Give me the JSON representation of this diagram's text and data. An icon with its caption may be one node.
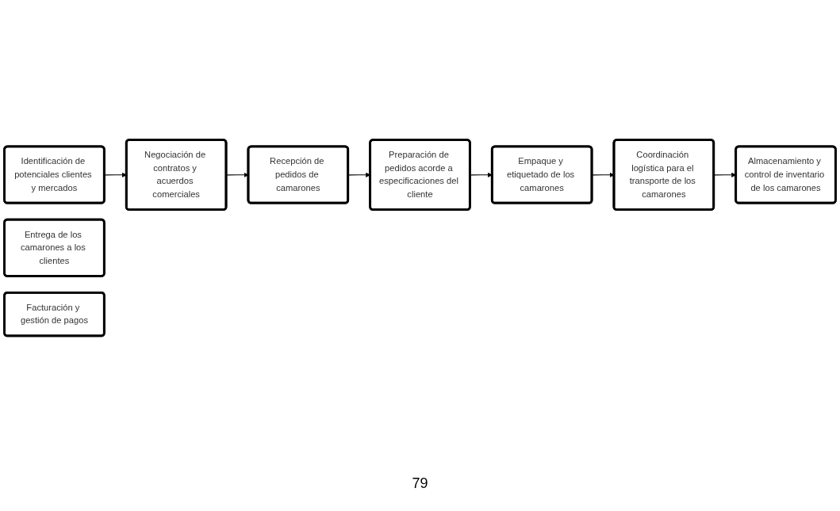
{
  "diagram": {
    "nodes": [
      {
        "text": [
          "Identificación de potenciales clientes y mercados"
        ]
      },
      {
        "text": [
          "Negociación de contratos y acuerdos comerciales"
        ]
      },
      {
        "text": [
          "Recepción de pedidos de camarones"
        ]
      },
      {
        "text": [
          "Preparación de pedidos acorde a especificaciones del cliente"
        ]
      },
      {
        "text": [
          "Empaque y etiquetado de los camarones"
        ]
      },
      {
        "text": [
          "Coordinación logística para el transporte de los camarones"
        ]
      },
      {
        "text": [
          "Almacenamiento y control de inventario de los camarones"
        ]
      },
      {
        "text": [
          "Entrega de los camarones a los clientes"
        ]
      },
      {
        "text": [
          "Facturación y gestión de pagos"
        ]
      }
    ],
    "edges": [
      {
        "from": 0,
        "to": 1,
        "arrow": "to"
      },
      {
        "from": 1,
        "to": 2,
        "arrow": "to"
      },
      {
        "from": 2,
        "to": 3,
        "arrow": "to"
      },
      {
        "from": 3,
        "to": 4,
        "arrow": "to"
      },
      {
        "from": 4,
        "to": 5,
        "arrow": "to"
      },
      {
        "from": 5,
        "to": 6,
        "arrow": "to"
      }
    ],
    "labels": [
      "79"
    ]
  }
}
